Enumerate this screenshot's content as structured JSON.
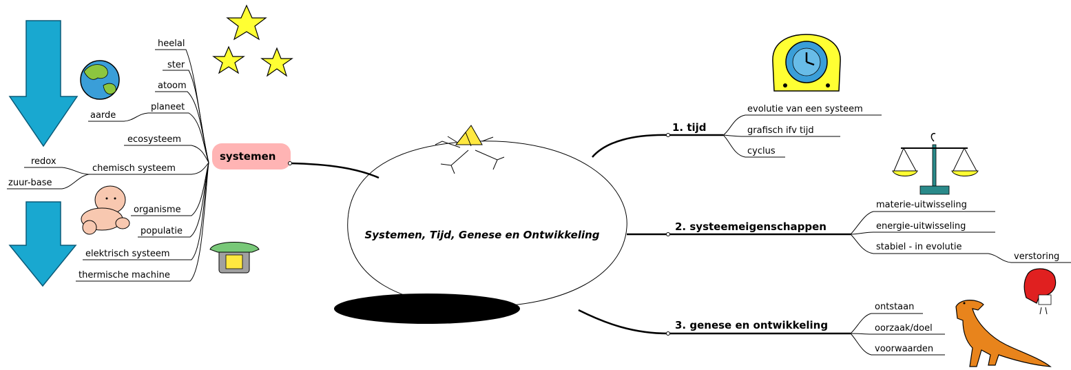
{
  "central_topic": "Systemen, Tijd, Genese en Ontwikkeling",
  "systemen": {
    "label": "systemen",
    "items": [
      "heelal",
      "ster",
      "atoom",
      "planeet",
      "ecosysteem",
      "chemisch systeem",
      "organisme",
      "populatie",
      "elektrisch systeem",
      "thermische machine"
    ],
    "planeet_sub": "aarde",
    "chemisch_sub": [
      "redox",
      "zuur-base"
    ]
  },
  "tijd": {
    "label": "1. tijd",
    "items": [
      "evolutie van een systeem",
      "grafisch ifv tijd",
      "cyclus"
    ]
  },
  "eigenschappen": {
    "label": "2. systeemeigenschappen",
    "items": [
      "materie-uitwisseling",
      "energie-uitwisseling",
      "stabiel - in evolutie"
    ],
    "stabiel_sub": "verstoring"
  },
  "genese": {
    "label": "3. genese en ontwikkeling",
    "items": [
      "ontstaan",
      "oorzaak/doel",
      "voorwaarden"
    ]
  },
  "colors": {
    "egg": "#ffffc0",
    "systemen_bg": "#ffb4b4",
    "arrow": "#19a8d0",
    "star": "#ffff33",
    "earth_ocean": "#3a9ed8",
    "earth_land": "#8cc63f",
    "dino": "#e8841c",
    "glove": "#e02020"
  }
}
